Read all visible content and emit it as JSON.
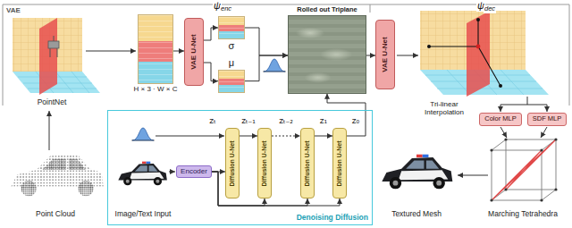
{
  "diagram": {
    "nodes": [
      {
        "text": [
          "H × 3 · W × C"
        ]
      },
      {
        "text": [
          "VAE U-Net"
        ]
      },
      {
        "text": [
          "σ"
        ]
      },
      {
        "text": [
          "μ"
        ]
      },
      {
        "text": [
          "Rolled out Triplane"
        ]
      },
      {
        "text": [
          "VAE U-Net"
        ]
      },
      {
        "text": [
          "Color MLP"
        ]
      },
      {
        "text": [
          "SDF MLP"
        ]
      },
      {
        "text": [
          "Denoising Diffusion"
        ]
      },
      {
        "text": [
          "Encoder"
        ],
        "in": 8
      },
      {
        "text": [
          "Diffusion U-Net"
        ],
        "in": 8
      },
      {
        "text": [
          "Diffusion U-Net"
        ],
        "in": 8
      },
      {
        "text": [
          "Diffusion U-Net"
        ],
        "in": 8
      },
      {
        "text": [
          "Diffusion U-Net"
        ],
        "in": 8
      }
    ],
    "edges": [
      {
        "from": 0,
        "to": 1,
        "arrow": "to"
      },
      {
        "from": 1,
        "to": 2,
        "arrow": "to"
      },
      {
        "from": 1,
        "to": 3,
        "arrow": "to"
      },
      {
        "from": 2,
        "to": 4,
        "arrow": "to"
      },
      {
        "from": 3,
        "to": 4,
        "arrow": "to"
      },
      {
        "from": 4,
        "to": 5,
        "arrow": "to"
      },
      {
        "from": 9,
        "to": 10,
        "arrow": "to"
      },
      {
        "from": 9,
        "to": 11,
        "arrow": "to"
      },
      {
        "from": 9,
        "to": 12,
        "arrow": "to"
      },
      {
        "from": 9,
        "to": 13,
        "arrow": "to"
      },
      {
        "from": 10,
        "to": 11,
        "arrow": "to"
      },
      {
        "from": 11,
        "to": 12,
        "arrow": "to"
      },
      {
        "from": 12,
        "to": 13,
        "arrow": "to"
      },
      {
        "from": 13,
        "to": 4,
        "arrow": "to"
      }
    ],
    "labels": [
      "VAE",
      "ψ",
      "enc",
      "ψ",
      "dec",
      "PointNet",
      "Point Cloud",
      "Tri-linear Interpolation",
      "Marching Tetrahedra",
      "Textured Mesh",
      "Image/Text Input",
      "zₜ",
      "zₜ₋₁",
      "zₜ₋₂",
      "z₁",
      "z₀"
    ]
  }
}
